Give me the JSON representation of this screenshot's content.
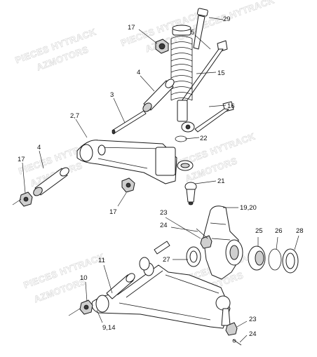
{
  "watermark": {
    "line1": "PIECES HYTRACK",
    "line2": "AZMOTORS"
  },
  "callouts": {
    "c29": "29",
    "c17_top": "17",
    "c5": "5",
    "c4_top": "4",
    "c15": "15",
    "c3": "3",
    "c16": "16",
    "c2_7": "2,7",
    "c22": "22",
    "c4_left": "4",
    "c17_left": "17",
    "c21": "21",
    "c17_mid": "17",
    "c19_20": "19,20",
    "c23_top": "23",
    "c24_top": "24",
    "c25": "25",
    "c26": "26",
    "c28": "28",
    "c27": "27",
    "c11": "11",
    "c10": "10",
    "c9_14": "9,14",
    "c23_bottom": "23",
    "c24_bottom": "24"
  }
}
